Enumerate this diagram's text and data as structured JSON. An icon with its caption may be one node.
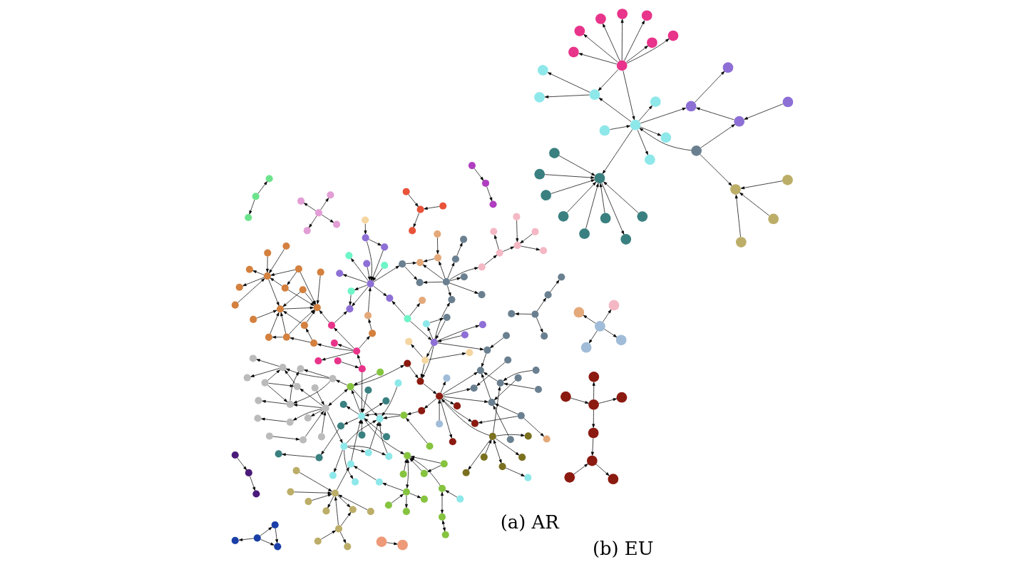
{
  "diagram": {
    "nodes": [
      {
        "text": [],
        "shape": "circle"
      },
      {
        "text": [],
        "shape": "circle"
      },
      {
        "text": [],
        "shape": "circle"
      },
      {
        "text": [],
        "shape": "circle"
      },
      {
        "text": [],
        "shape": "circle"
      },
      {
        "text": [],
        "shape": "circle"
      },
      {
        "text": [],
        "shape": "circle"
      },
      {
        "text": [],
        "shape": "circle"
      },
      {
        "text": [],
        "shape": "circle"
      },
      {
        "text": [],
        "shape": "circle"
      },
      {
        "text": [],
        "shape": "circle"
      },
      {
        "text": [],
        "shape": "circle"
      },
      {
        "text": [],
        "shape": "circle"
      },
      {
        "text": [],
        "shape": "circle"
      },
      {
        "text": [],
        "shape": "circle"
      },
      {
        "text": [],
        "shape": "circle"
      },
      {
        "text": [],
        "shape": "circle"
      },
      {
        "text": [],
        "shape": "circle"
      },
      {
        "text": [],
        "shape": "circle"
      },
      {
        "text": [],
        "shape": "circle"
      },
      {
        "text": [],
        "shape": "circle"
      },
      {
        "text": [],
        "shape": "circle"
      },
      {
        "text": [],
        "shape": "circle"
      },
      {
        "text": [],
        "shape": "circle"
      },
      {
        "text": [],
        "shape": "circle"
      },
      {
        "text": [],
        "shape": "circle"
      },
      {
        "text": [],
        "shape": "circle"
      },
      {
        "text": [],
        "shape": "circle"
      },
      {
        "text": [],
        "shape": "circle"
      },
      {
        "text": [],
        "shape": "circle"
      },
      {
        "text": [],
        "shape": "circle"
      },
      {
        "text": [],
        "shape": "circle"
      },
      {
        "text": [],
        "shape": "circle"
      },
      {
        "text": [],
        "shape": "circle"
      },
      {
        "text": [],
        "shape": "circle"
      },
      {
        "text": [],
        "shape": "circle"
      },
      {
        "text": [],
        "shape": "circle"
      },
      {
        "text": [],
        "shape": "circle"
      },
      {
        "text": [],
        "shape": "circle"
      },
      {
        "text": [],
        "shape": "circle"
      },
      {
        "text": [],
        "shape": "circle"
      },
      {
        "text": [],
        "shape": "circle"
      },
      {
        "text": [],
        "shape": "circle"
      },
      {
        "text": [],
        "shape": "circle"
      },
      {
        "text": [],
        "shape": "circle"
      },
      {
        "text": [],
        "shape": "circle"
      },
      {
        "text": [],
        "shape": "circle"
      },
      {
        "text": [],
        "shape": "circle"
      },
      {
        "text": [],
        "shape": "circle"
      },
      {
        "text": [],
        "shape": "circle"
      },
      {
        "text": [],
        "shape": "circle"
      },
      {
        "text": [],
        "shape": "circle"
      },
      {
        "text": [],
        "shape": "circle"
      },
      {
        "text": [],
        "shape": "circle"
      },
      {
        "text": [],
        "shape": "circle"
      },
      {
        "text": [],
        "shape": "circle"
      },
      {
        "text": [],
        "shape": "circle"
      },
      {
        "text": [],
        "shape": "circle"
      },
      {
        "text": [],
        "shape": "circle"
      },
      {
        "text": [],
        "shape": "circle"
      },
      {
        "text": [],
        "shape": "circle"
      },
      {
        "text": [],
        "shape": "circle"
      },
      {
        "text": [],
        "shape": "circle"
      },
      {
        "text": [],
        "shape": "circle"
      },
      {
        "text": [],
        "shape": "circle"
      },
      {
        "text": [],
        "shape": "circle"
      },
      {
        "text": [],
        "shape": "circle"
      },
      {
        "text": [],
        "shape": "circle"
      },
      {
        "text": [],
        "shape": "circle"
      },
      {
        "text": [],
        "shape": "circle"
      },
      {
        "text": [],
        "shape": "circle"
      },
      {
        "text": [],
        "shape": "circle"
      },
      {
        "text": [],
        "shape": "circle"
      },
      {
        "text": [],
        "shape": "circle"
      },
      {
        "text": [],
        "shape": "circle"
      },
      {
        "text": [],
        "shape": "circle"
      },
      {
        "text": [],
        "shape": "circle"
      },
      {
        "text": [],
        "shape": "circle"
      },
      {
        "text": [],
        "shape": "circle"
      },
      {
        "text": [],
        "shape": "circle"
      },
      {
        "text": [],
        "shape": "circle"
      },
      {
        "text": [],
        "shape": "circle"
      },
      {
        "text": [],
        "shape": "circle"
      },
      {
        "text": [],
        "shape": "circle"
      },
      {
        "text": [],
        "shape": "circle"
      },
      {
        "text": [],
        "shape": "circle"
      },
      {
        "text": [],
        "shape": "circle"
      },
      {
        "text": [],
        "shape": "circle"
      },
      {
        "text": [],
        "shape": "circle"
      },
      {
        "text": [],
        "shape": "circle"
      },
      {
        "text": [],
        "shape": "circle"
      },
      {
        "text": [],
        "shape": "circle"
      },
      {
        "text": [],
        "shape": "circle"
      },
      {
        "text": [],
        "shape": "circle"
      },
      {
        "text": [],
        "shape": "circle"
      },
      {
        "text": [],
        "shape": "circle"
      },
      {
        "text": [],
        "shape": "circle"
      },
      {
        "text": [],
        "shape": "circle"
      },
      {
        "text": [],
        "shape": "circle"
      },
      {
        "text": [],
        "shape": "circle"
      },
      {
        "text": [],
        "shape": "circle"
      },
      {
        "text": [],
        "shape": "circle"
      },
      {
        "text": [],
        "shape": "circle"
      },
      {
        "text": [],
        "shape": "circle"
      },
      {
        "text": [],
        "shape": "circle"
      },
      {
        "text": [],
        "shape": "circle"
      },
      {
        "text": [],
        "shape": "circle"
      },
      {
        "text": [],
        "shape": "circle"
      },
      {
        "text": [],
        "shape": "circle"
      },
      {
        "text": [],
        "shape": "circle"
      },
      {
        "text": [],
        "shape": "circle"
      },
      {
        "text": [],
        "shape": "circle"
      },
      {
        "text": [],
        "shape": "circle"
      },
      {
        "text": [],
        "shape": "circle"
      },
      {
        "text": [],
        "shape": "circle"
      },
      {
        "text": [],
        "shape": "circle"
      },
      {
        "text": [],
        "shape": "circle"
      },
      {
        "text": [],
        "shape": "circle"
      },
      {
        "text": [],
        "shape": "circle"
      },
      {
        "text": [],
        "shape": "circle"
      },
      {
        "text": [],
        "shape": "circle"
      },
      {
        "text": [],
        "shape": "circle"
      },
      {
        "text": [],
        "shape": "circle"
      },
      {
        "text": [],
        "shape": "circle"
      },
      {
        "text": [],
        "shape": "circle"
      },
      {
        "text": [],
        "shape": "circle"
      },
      {
        "text": [],
        "shape": "circle"
      },
      {
        "text": [],
        "shape": "circle"
      },
      {
        "text": [],
        "shape": "circle"
      },
      {
        "text": [],
        "shape": "circle"
      },
      {
        "text": [],
        "shape": "circle"
      },
      {
        "text": [],
        "shape": "circle"
      },
      {
        "text": [],
        "shape": "circle"
      },
      {
        "text": [],
        "shape": "circle"
      },
      {
        "text": [],
        "shape": "circle"
      },
      {
        "text": [],
        "shape": "circle"
      },
      {
        "text": [],
        "shape": "circle"
      },
      {
        "text": [],
        "shape": "circle"
      },
      {
        "text": [],
        "shape": "circle"
      },
      {
        "text": [],
        "shape": "circle"
      },
      {
        "text": [],
        "shape": "circle"
      },
      {
        "text": [],
        "shape": "circle"
      },
      {
        "text": [],
        "shape": "circle"
      },
      {
        "text": [],
        "shape": "circle"
      },
      {
        "text": [],
        "shape": "circle"
      },
      {
        "text": [],
        "shape": "circle"
      },
      {
        "text": [],
        "shape": "circle"
      },
      {
        "text": [],
        "shape": "circle"
      },
      {
        "text": [],
        "shape": "circle"
      },
      {
        "text": [],
        "shape": "circle"
      },
      {
        "text": [],
        "shape": "circle"
      },
      {
        "text": [],
        "shape": "circle"
      },
      {
        "text": [],
        "shape": "circle"
      },
      {
        "text": [],
        "shape": "circle"
      },
      {
        "text": [],
        "shape": "circle"
      },
      {
        "text": [],
        "shape": "circle"
      },
      {
        "text": [],
        "shape": "circle"
      },
      {
        "text": [],
        "shape": "circle"
      },
      {
        "text": [],
        "shape": "circle"
      },
      {
        "text": [],
        "shape": "circle"
      },
      {
        "text": [],
        "shape": "circle"
      },
      {
        "text": [],
        "shape": "circle"
      },
      {
        "text": [],
        "shape": "circle"
      },
      {
        "text": [],
        "shape": "circle"
      },
      {
        "text": [],
        "shape": "circle"
      },
      {
        "text": [],
        "shape": "circle"
      },
      {
        "text": [],
        "shape": "circle"
      },
      {
        "text": [],
        "shape": "circle"
      },
      {
        "text": [],
        "shape": "circle"
      },
      {
        "text": [],
        "shape": "circle"
      },
      {
        "text": [],
        "shape": "circle"
      },
      {
        "text": [],
        "shape": "circle"
      },
      {
        "text": [],
        "shape": "circle"
      },
      {
        "text": [],
        "shape": "circle"
      },
      {
        "text": [],
        "shape": "circle"
      },
      {
        "text": [],
        "shape": "circle"
      },
      {
        "text": [],
        "shape": "circle"
      },
      {
        "text": [],
        "shape": "circle"
      },
      {
        "text": [],
        "shape": "circle"
      },
      {
        "text": [],
        "shape": "circle"
      },
      {
        "text": [],
        "shape": "circle"
      },
      {
        "text": [],
        "shape": "circle"
      },
      {
        "text": [],
        "shape": "circle"
      },
      {
        "text": [],
        "shape": "circle"
      },
      {
        "text": [],
        "shape": "circle"
      },
      {
        "text": [],
        "shape": "circle"
      },
      {
        "text": [],
        "shape": "circle"
      },
      {
        "text": [],
        "shape": "circle"
      },
      {
        "text": [],
        "shape": "circle"
      },
      {
        "text": [],
        "shape": "circle"
      },
      {
        "text": [],
        "shape": "circle"
      },
      {
        "text": [],
        "shape": "circle"
      },
      {
        "text": [],
        "shape": "circle"
      },
      {
        "text": [],
        "shape": "circle"
      },
      {
        "text": [],
        "shape": "circle"
      },
      {
        "text": [],
        "shape": "circle"
      },
      {
        "text": [],
        "shape": "circle"
      },
      {
        "text": [],
        "shape": "circle"
      },
      {
        "text": [],
        "shape": "circle"
      },
      {
        "text": [],
        "shape": "circle"
      },
      {
        "text": [],
        "shape": "circle"
      },
      {
        "text": [],
        "shape": "circle"
      },
      {
        "text": [],
        "shape": "circle"
      },
      {
        "text": [],
        "shape": "circle"
      },
      {
        "text": [],
        "shape": "circle"
      },
      {
        "text": [],
        "shape": "circle"
      },
      {
        "text": [],
        "shape": "circle"
      },
      {
        "text": [],
        "shape": "circle"
      },
      {
        "text": [],
        "shape": "circle"
      },
      {
        "text": [],
        "shape": "circle"
      },
      {
        "text": [],
        "shape": "circle"
      },
      {
        "text": [],
        "shape": "circle"
      },
      {
        "text": [],
        "shape": "circle"
      },
      {
        "text": [],
        "shape": "circle"
      },
      {
        "text": [],
        "shape": "circle"
      },
      {
        "text": [],
        "shape": "circle"
      },
      {
        "text": [],
        "shape": "circle"
      },
      {
        "text": [],
        "shape": "circle"
      },
      {
        "text": [],
        "shape": "circle"
      },
      {
        "text": [],
        "shape": "circle"
      },
      {
        "text": [],
        "shape": "circle"
      },
      {
        "text": [],
        "shape": "circle"
      },
      {
        "text": [],
        "shape": "circle"
      },
      {
        "text": [],
        "shape": "circle"
      },
      {
        "text": [],
        "shape": "circle"
      },
      {
        "text": [],
        "shape": "circle"
      },
      {
        "text": [],
        "shape": "circle"
      },
      {
        "text": [],
        "shape": "circle"
      },
      {
        "text": [],
        "shape": "circle"
      },
      {
        "text": [],
        "shape": "circle"
      }
    ],
    "edges": [
      {
        "from": 0,
        "to": 1,
        "arrow": "to"
      },
      {
        "from": 0,
        "to": 2,
        "arrow": "to"
      },
      {
        "from": 4,
        "to": 3,
        "arrow": "to"
      },
      {
        "from": 3,
        "to": 5,
        "arrow": "to"
      },
      {
        "from": 6,
        "to": 3,
        "arrow": "to"
      },
      {
        "from": 7,
        "to": 8,
        "arrow": "to"
      },
      {
        "from": 7,
        "to": 9,
        "arrow": "to"
      },
      {
        "from": 7,
        "to": 10,
        "arrow": "to"
      },
      {
        "from": 7,
        "to": 11,
        "arrow": "to"
      },
      {
        "from": 13,
        "to": 12,
        "arrow": "to"
      },
      {
        "from": 13,
        "to": 14,
        "arrow": "to"
      },
      {
        "from": 13,
        "to": 15,
        "arrow": "to"
      },
      {
        "from": 15,
        "to": 14,
        "arrow": "to"
      },
      {
        "from": 16,
        "to": 17,
        "arrow": "to"
      },
      {
        "from": 17,
        "to": 18,
        "arrow": "to"
      },
      {
        "from": 19,
        "to": 20,
        "arrow": "to"
      },
      {
        "from": 20,
        "to": 21,
        "arrow": "to"
      },
      {
        "from": 25,
        "to": 23,
        "arrow": "to"
      },
      {
        "from": 24,
        "to": 25,
        "arrow": "to"
      },
      {
        "from": 25,
        "to": 26,
        "arrow": "to"
      },
      {
        "from": 25,
        "to": 22,
        "arrow": "to"
      },
      {
        "from": 27,
        "to": 22,
        "arrow": "to"
      },
      {
        "from": 22,
        "to": 26,
        "arrow": "to"
      },
      {
        "from": 28,
        "to": 22,
        "arrow": "to"
      },
      {
        "from": 29,
        "to": 22,
        "arrow": "to"
      },
      {
        "from": 30,
        "to": 22,
        "arrow": "to"
      },
      {
        "from": 22,
        "to": 31,
        "arrow": "to"
      },
      {
        "from": 22,
        "to": 137,
        "arrow": "to"
      },
      {
        "from": 136,
        "to": 34,
        "arrow": "to"
      },
      {
        "from": 34,
        "to": 33,
        "arrow": "to"
      },
      {
        "from": 33,
        "to": 32,
        "arrow": "to"
      },
      {
        "from": 136,
        "to": 35,
        "arrow": "to"
      },
      {
        "from": 36,
        "to": 136,
        "arrow": "to"
      },
      {
        "from": 37,
        "to": 136,
        "arrow": "to"
      },
      {
        "from": 38,
        "to": 136,
        "arrow": "to"
      },
      {
        "from": 136,
        "to": 39,
        "arrow": "to"
      },
      {
        "from": 138,
        "to": 137,
        "arrow": "to"
      },
      {
        "from": 137,
        "to": 136,
        "arrow": "to"
      },
      {
        "from": 51,
        "to": 40,
        "arrow": "to"
      },
      {
        "from": 52,
        "to": 40,
        "arrow": "to"
      },
      {
        "from": 40,
        "to": 53,
        "arrow": "to"
      },
      {
        "from": 54,
        "to": 40,
        "arrow": "to"
      },
      {
        "from": 40,
        "to": 55,
        "arrow": "to"
      },
      {
        "from": 40,
        "to": 41,
        "arrow": "to"
      },
      {
        "from": 50,
        "to": 41,
        "arrow": "to"
      },
      {
        "from": 49,
        "to": 41,
        "arrow": "to"
      },
      {
        "from": 47,
        "to": 49,
        "arrow": "to"
      },
      {
        "from": 47,
        "to": 41,
        "arrow": "to"
      },
      {
        "from": 46,
        "to": 41,
        "arrow": "to"
      },
      {
        "from": 45,
        "to": 41,
        "arrow": "to"
      },
      {
        "from": 43,
        "to": 40,
        "arrow": "to"
      },
      {
        "from": 44,
        "to": 40,
        "arrow": "to"
      },
      {
        "from": 44,
        "to": 43,
        "arrow": "to"
      },
      {
        "from": 44,
        "to": 42,
        "arrow": "to"
      },
      {
        "from": 45,
        "to": 42,
        "arrow": "to"
      },
      {
        "from": 43,
        "to": 42,
        "arrow": "to"
      },
      {
        "from": 41,
        "to": 42,
        "arrow": "to"
      },
      {
        "from": 47,
        "to": 42,
        "arrow": "to"
      },
      {
        "from": 46,
        "to": 42,
        "arrow": "to"
      },
      {
        "from": 48,
        "to": 47,
        "arrow": "to"
      },
      {
        "from": 48,
        "to": 46,
        "arrow": "to"
      },
      {
        "from": 56,
        "to": 42,
        "arrow": "to"
      },
      {
        "from": 58,
        "to": 42,
        "arrow": "to"
      },
      {
        "from": 59,
        "to": 48,
        "arrow": "to"
      },
      {
        "from": 63,
        "to": 59,
        "arrow": "to"
      },
      {
        "from": 59,
        "to": 58,
        "arrow": "to"
      },
      {
        "from": 62,
        "to": 63,
        "arrow": "to"
      },
      {
        "from": 59,
        "to": 60,
        "arrow": "to"
      },
      {
        "from": 59,
        "to": 61,
        "arrow": "to"
      },
      {
        "from": 66,
        "to": 64,
        "arrow": "to"
      },
      {
        "from": 66,
        "to": 65,
        "arrow": "to"
      },
      {
        "from": 68,
        "to": 66,
        "arrow": "to"
      },
      {
        "from": 67,
        "to": 73,
        "arrow": "to"
      },
      {
        "from": 73,
        "to": 74,
        "arrow": "to"
      },
      {
        "from": 73,
        "to": 69,
        "arrow": "to"
      },
      {
        "from": 74,
        "to": 69,
        "arrow": "to"
      },
      {
        "from": 75,
        "to": 69,
        "arrow": "to"
      },
      {
        "from": 69,
        "to": 72,
        "arrow": "to"
      },
      {
        "from": 69,
        "to": 79,
        "arrow": "to"
      },
      {
        "from": 69,
        "to": 76,
        "arrow": "to"
      },
      {
        "from": 78,
        "to": 76,
        "arrow": "to"
      },
      {
        "from": 58,
        "to": 76,
        "arrow": "to"
      },
      {
        "from": 69,
        "to": 78,
        "arrow": "to"
      },
      {
        "from": 80,
        "to": 69,
        "arrow": "to"
      },
      {
        "from": 69,
        "to": 77,
        "arrow": "to"
      },
      {
        "from": 82,
        "to": 69,
        "arrow": "to"
      },
      {
        "from": 69,
        "to": 102,
        "arrow": "to"
      },
      {
        "from": 68,
        "to": 70,
        "arrow": "to"
      },
      {
        "from": 71,
        "to": 68,
        "arrow": "to"
      },
      {
        "from": 68,
        "to": 139,
        "arrow": "to"
      },
      {
        "from": 68,
        "to": 114,
        "arrow": "to"
      },
      {
        "from": 81,
        "to": 68,
        "arrow": "to"
      },
      {
        "from": 88,
        "to": 68,
        "arrow": "to"
      },
      {
        "from": 68,
        "to": 92,
        "arrow": "to"
      },
      {
        "from": 68,
        "to": 110,
        "arrow": "to"
      },
      {
        "from": 81,
        "to": 77,
        "arrow": "to"
      },
      {
        "from": 81,
        "to": 83,
        "arrow": "to"
      },
      {
        "from": 59,
        "to": 57,
        "arrow": "to"
      },
      {
        "from": 57,
        "to": 82,
        "arrow": "to"
      },
      {
        "from": 90,
        "to": 91,
        "arrow": "to"
      },
      {
        "from": 90,
        "to": 92,
        "arrow": "to"
      },
      {
        "from": 94,
        "to": 93,
        "arrow": "to"
      },
      {
        "from": 94,
        "to": 96,
        "arrow": "to"
      },
      {
        "from": 94,
        "to": 95,
        "arrow": "to"
      },
      {
        "from": 96,
        "to": 100,
        "arrow": "to"
      },
      {
        "from": 98,
        "to": 99,
        "arrow": "to"
      },
      {
        "from": 90,
        "to": 98,
        "arrow": "to"
      },
      {
        "from": 90,
        "to": 97,
        "arrow": "to"
      },
      {
        "from": 90,
        "to": 101,
        "arrow": "to"
      },
      {
        "from": 90,
        "to": 85,
        "arrow": "to"
      },
      {
        "from": 90,
        "to": 86,
        "arrow": "to"
      },
      {
        "from": 102,
        "to": 101,
        "arrow": "to"
      },
      {
        "from": 102,
        "to": 86,
        "arrow": "to"
      },
      {
        "from": 87,
        "to": 85,
        "arrow": "to"
      },
      {
        "from": 85,
        "to": 86,
        "arrow": "to"
      },
      {
        "from": 89,
        "to": 84,
        "arrow": "to"
      },
      {
        "from": 89,
        "to": 109,
        "arrow": "to"
      },
      {
        "from": 89,
        "to": 116,
        "arrow": "to"
      },
      {
        "from": 108,
        "to": 107,
        "arrow": "to"
      },
      {
        "from": 110,
        "to": 107,
        "arrow": "to"
      },
      {
        "from": 109,
        "to": 107,
        "arrow": "to"
      },
      {
        "from": 103,
        "to": 109,
        "arrow": "to"
      },
      {
        "from": 104,
        "to": 109,
        "arrow": "to"
      },
      {
        "from": 105,
        "to": 110,
        "arrow": "to"
      },
      {
        "from": 106,
        "to": 108,
        "arrow": "to"
      },
      {
        "from": 111,
        "to": 108,
        "arrow": "to"
      },
      {
        "from": 117,
        "to": 109,
        "arrow": "to"
      },
      {
        "from": 117,
        "to": 107,
        "arrow": "to"
      },
      {
        "from": 121,
        "to": 108,
        "arrow": "to"
      },
      {
        "from": 113,
        "to": 112,
        "arrow": "to"
      },
      {
        "from": 117,
        "to": 112,
        "arrow": "to"
      },
      {
        "from": 115,
        "to": 114,
        "arrow": "to"
      },
      {
        "from": 66,
        "to": 114,
        "arrow": "to"
      },
      {
        "from": 114,
        "to": 117,
        "arrow": "to"
      },
      {
        "from": 117,
        "to": 118,
        "arrow": "to"
      },
      {
        "from": 117,
        "to": 119,
        "arrow": "to"
      },
      {
        "from": 117,
        "to": 120,
        "arrow": "to"
      },
      {
        "from": 117,
        "to": 116,
        "arrow": "to"
      },
      {
        "from": 117,
        "to": 128,
        "arrow": "to"
      },
      {
        "from": 127,
        "to": 117,
        "arrow": "to"
      },
      {
        "from": 122,
        "to": 121,
        "arrow": "to"
      },
      {
        "from": 121,
        "to": 125,
        "arrow": "to"
      },
      {
        "from": 121,
        "to": 126,
        "arrow": "to"
      },
      {
        "from": 121,
        "to": 124,
        "arrow": "to"
      },
      {
        "from": 123,
        "to": 121,
        "arrow": "both"
      },
      {
        "from": 123,
        "to": 140,
        "arrow": "to"
      },
      {
        "from": 121,
        "to": 117,
        "arrow": "to"
      },
      {
        "from": 130,
        "to": 131,
        "arrow": "to"
      },
      {
        "from": 130,
        "to": 132,
        "arrow": "to"
      },
      {
        "from": 132,
        "to": 133,
        "arrow": "to"
      },
      {
        "from": 134,
        "to": 132,
        "arrow": "to"
      },
      {
        "from": 135,
        "to": 132,
        "arrow": "to"
      },
      {
        "from": 129,
        "to": 130,
        "arrow": "to"
      },
      {
        "from": 90,
        "to": 129,
        "arrow": "to"
      },
      {
        "from": 120,
        "to": 162,
        "arrow": "to"
      },
      {
        "from": 162,
        "to": 142,
        "arrow": "to"
      },
      {
        "from": 163,
        "to": 162,
        "arrow": "to"
      },
      {
        "from": 160,
        "to": 142,
        "arrow": "to"
      },
      {
        "from": 143,
        "to": 142,
        "arrow": "to"
      },
      {
        "from": 144,
        "to": 142,
        "arrow": "to"
      },
      {
        "from": 145,
        "to": 142,
        "arrow": "to"
      },
      {
        "from": 146,
        "to": 142,
        "arrow": "to"
      },
      {
        "from": 143,
        "to": 144,
        "arrow": "to"
      },
      {
        "from": 143,
        "to": 145,
        "arrow": "to"
      },
      {
        "from": 143,
        "to": 147,
        "arrow": "to"
      },
      {
        "from": 143,
        "to": 148,
        "arrow": "to"
      },
      {
        "from": 164,
        "to": 143,
        "arrow": "to"
      },
      {
        "from": 160,
        "to": 115,
        "arrow": "to"
      },
      {
        "from": 160,
        "to": 165,
        "arrow": "to"
      },
      {
        "from": 165,
        "to": 166,
        "arrow": "to"
      },
      {
        "from": 165,
        "to": 167,
        "arrow": "to"
      },
      {
        "from": 165,
        "to": 171,
        "arrow": "to"
      },
      {
        "from": 167,
        "to": 166,
        "arrow": "to"
      },
      {
        "from": 167,
        "to": 168,
        "arrow": "to"
      },
      {
        "from": 164,
        "to": 170,
        "arrow": "to"
      },
      {
        "from": 164,
        "to": 167,
        "arrow": "to"
      },
      {
        "from": 171,
        "to": 169,
        "arrow": "to"
      },
      {
        "from": 172,
        "to": 164,
        "arrow": "to"
      },
      {
        "from": 174,
        "to": 171,
        "arrow": "to"
      },
      {
        "from": 174,
        "to": 173,
        "arrow": "to"
      },
      {
        "from": 174,
        "to": 167,
        "arrow": "to"
      },
      {
        "from": 173,
        "to": 171,
        "arrow": "to"
      },
      {
        "from": 164,
        "to": 173,
        "arrow": "to"
      },
      {
        "from": 171,
        "to": 175,
        "arrow": "to"
      },
      {
        "from": 176,
        "to": 164,
        "arrow": "to"
      },
      {
        "from": 177,
        "to": 164,
        "arrow": "to"
      },
      {
        "from": 164,
        "to": 178,
        "arrow": "to"
      },
      {
        "from": 178,
        "to": 180,
        "arrow": "to"
      },
      {
        "from": 179,
        "to": 177,
        "arrow": "to"
      },
      {
        "from": 160,
        "to": 164,
        "arrow": "both"
      },
      {
        "from": 136,
        "to": 160,
        "arrow": "to"
      },
      {
        "from": 136,
        "to": 153,
        "arrow": "to"
      },
      {
        "from": 141,
        "to": 157,
        "arrow": "to"
      },
      {
        "from": 155,
        "to": 154,
        "arrow": "to"
      },
      {
        "from": 155,
        "to": 153,
        "arrow": "to"
      },
      {
        "from": 154,
        "to": 153,
        "arrow": "to"
      },
      {
        "from": 156,
        "to": 153,
        "arrow": "to"
      },
      {
        "from": 157,
        "to": 153,
        "arrow": "to"
      },
      {
        "from": 157,
        "to": 158,
        "arrow": "both"
      },
      {
        "from": 158,
        "to": 159,
        "arrow": "both"
      },
      {
        "from": 153,
        "to": 149,
        "arrow": "both"
      },
      {
        "from": 149,
        "to": 150,
        "arrow": "to"
      },
      {
        "from": 149,
        "to": 151,
        "arrow": "to"
      },
      {
        "from": 152,
        "to": 149,
        "arrow": "to"
      },
      {
        "from": 149,
        "to": 138,
        "arrow": "to"
      },
      {
        "from": 161,
        "to": 160,
        "arrow": "to"
      },
      {
        "from": 63,
        "to": 136,
        "arrow": "to"
      },
      {
        "from": 162,
        "to": 136,
        "arrow": "to"
      },
      {
        "from": 139,
        "to": 88,
        "arrow": "to"
      },
      {
        "from": 181,
        "to": 182,
        "arrow": "to"
      },
      {
        "from": 181,
        "to": 183,
        "arrow": "to"
      },
      {
        "from": 181,
        "to": 184,
        "arrow": "to"
      },
      {
        "from": 181,
        "to": 185,
        "arrow": "to"
      },
      {
        "from": 186,
        "to": 187,
        "arrow": "to"
      },
      {
        "from": 187,
        "to": 190,
        "arrow": "to"
      },
      {
        "from": 187,
        "to": 191,
        "arrow": "to"
      },
      {
        "from": 187,
        "to": 188,
        "arrow": "to"
      },
      {
        "from": 188,
        "to": 189,
        "arrow": "to"
      },
      {
        "from": 192,
        "to": 189,
        "arrow": "to"
      },
      {
        "from": 189,
        "to": 193,
        "arrow": "to"
      },
      {
        "from": 195,
        "to": 194,
        "arrow": "to"
      },
      {
        "from": 196,
        "to": 194,
        "arrow": "to"
      },
      {
        "from": 197,
        "to": 194,
        "arrow": "to"
      },
      {
        "from": 198,
        "to": 194,
        "arrow": "to"
      },
      {
        "from": 199,
        "to": 194,
        "arrow": "to"
      },
      {
        "from": 200,
        "to": 194,
        "arrow": "to"
      },
      {
        "from": 194,
        "to": 201,
        "arrow": "to"
      },
      {
        "from": 202,
        "to": 194,
        "arrow": "to"
      },
      {
        "from": 208,
        "to": 194,
        "arrow": "to"
      },
      {
        "from": 204,
        "to": 203,
        "arrow": "to"
      },
      {
        "from": 205,
        "to": 203,
        "arrow": "to"
      },
      {
        "from": 206,
        "to": 203,
        "arrow": "to"
      },
      {
        "from": 207,
        "to": 203,
        "arrow": "to"
      },
      {
        "from": 207,
        "to": 208,
        "arrow": "to"
      },
      {
        "from": 207,
        "to": 218,
        "arrow": "to"
      },
      {
        "from": 208,
        "to": 209,
        "arrow": "to"
      },
      {
        "from": 208,
        "to": 210,
        "arrow": "to"
      },
      {
        "from": 208,
        "to": 211,
        "arrow": "to"
      },
      {
        "from": 208,
        "to": 216,
        "arrow": "to"
      },
      {
        "from": 212,
        "to": 208,
        "arrow": "to"
      },
      {
        "from": 220,
        "to": 208,
        "arrow": "to"
      },
      {
        "from": 208,
        "to": 213,
        "arrow": "to"
      },
      {
        "from": 216,
        "to": 217,
        "arrow": "to"
      },
      {
        "from": 218,
        "to": 216,
        "arrow": "to"
      },
      {
        "from": 219,
        "to": 218,
        "arrow": "to"
      },
      {
        "from": 220,
        "to": 221,
        "arrow": "to"
      },
      {
        "from": 220,
        "to": 222,
        "arrow": "to"
      },
      {
        "from": 220,
        "to": 223,
        "arrow": "to"
      },
      {
        "from": 220,
        "to": 224,
        "arrow": "to"
      },
      {
        "from": 220,
        "to": 225,
        "arrow": "to"
      },
      {
        "from": 220,
        "to": 226,
        "arrow": "to"
      },
      {
        "from": 220,
        "to": 227,
        "arrow": "to"
      },
      {
        "from": 220,
        "to": 213,
        "arrow": "to"
      },
      {
        "from": 213,
        "to": 214,
        "arrow": "to"
      },
      {
        "from": 213,
        "to": 215,
        "arrow": "to"
      },
      {
        "from": 228,
        "to": 229,
        "arrow": "to"
      }
    ],
    "labels": [
      "(a) AR",
      "(b) EU"
    ]
  }
}
